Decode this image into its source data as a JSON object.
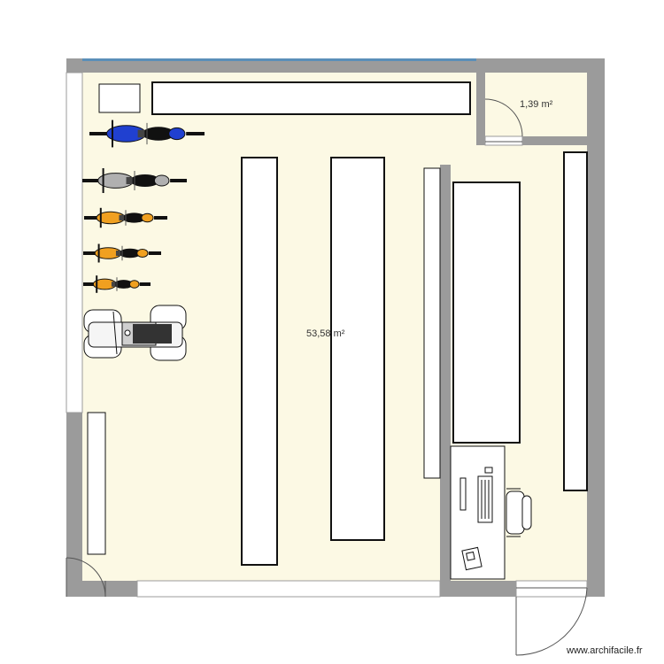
{
  "rooms": {
    "main_area": "53,58 m²",
    "small_area": "1,39 m²"
  },
  "watermark": "www.archifacile.fr",
  "colors": {
    "floor": "#fcf9e4",
    "wall": "#9b9b9b",
    "window": "#5b8fb9",
    "furniture_fill": "#ffffff",
    "furniture_stroke": "#111111",
    "moto_orange": "#f0a020",
    "moto_blue": "#2040d0",
    "moto_gray": "#b0b0b0"
  },
  "icons": {
    "motorcycles": [
      "motorcycle-blue-icon",
      "motorcycle-gray-icon",
      "motorcycle-orange-icon",
      "motorcycle-orange-icon",
      "motorcycle-orange-icon"
    ],
    "quad": "quad-bike-icon",
    "computer": "computer-icon",
    "chair": "office-chair-icon",
    "phone": "phone-icon"
  }
}
